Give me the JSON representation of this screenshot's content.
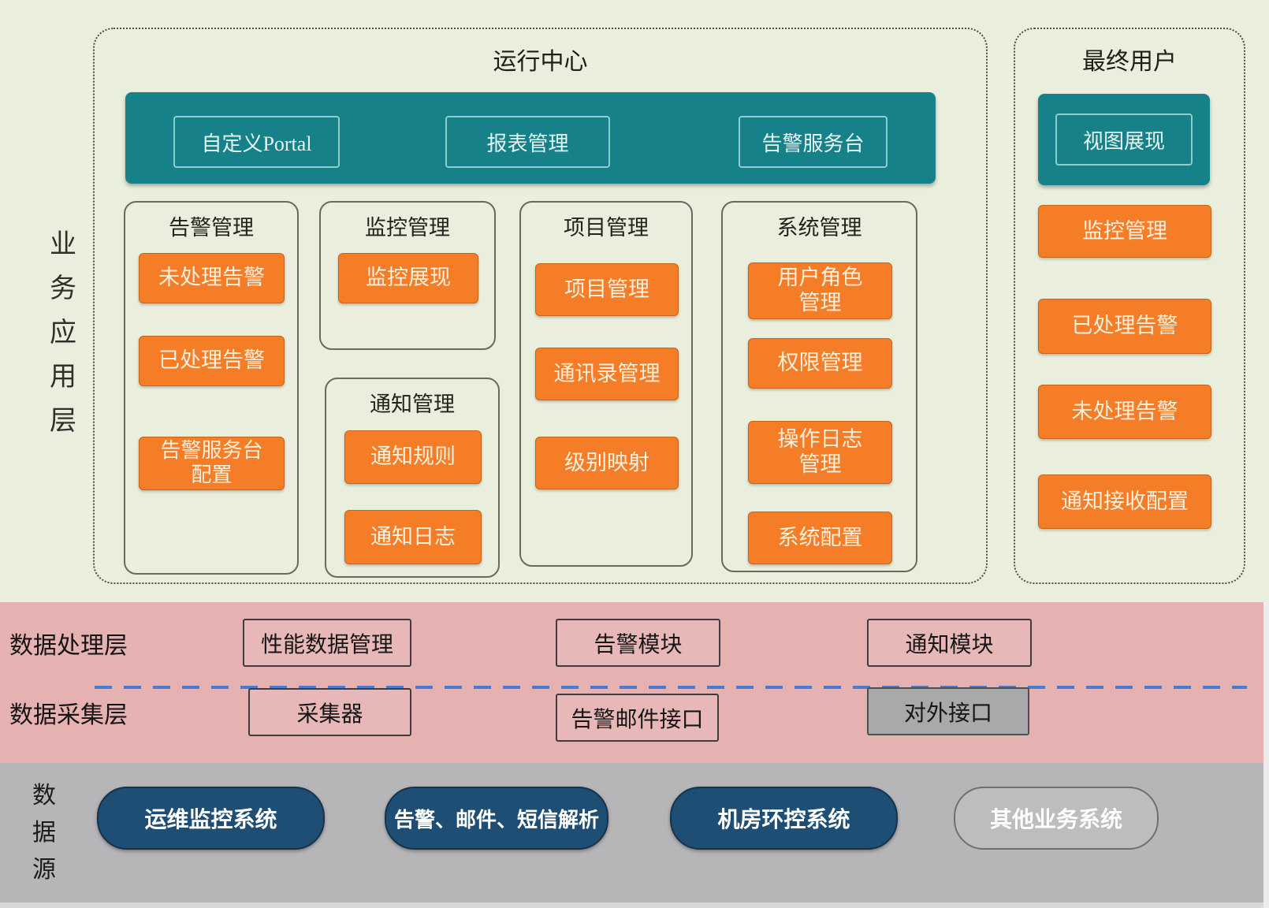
{
  "side_labels": {
    "business_layer": [
      "业",
      "务",
      "应",
      "用",
      "层"
    ],
    "data_source": [
      "数",
      "据",
      "源"
    ]
  },
  "operation_center": {
    "title": "运行中心",
    "portal_bar": [
      "自定义Portal",
      "报表管理",
      "告警服务台"
    ],
    "groups": [
      {
        "title": "告警管理",
        "items": [
          [
            "未处理告警"
          ],
          [
            "已处理告警"
          ],
          [
            "告警服务台",
            "配置"
          ]
        ]
      },
      {
        "title": "监控管理",
        "items": [
          [
            "监控展现"
          ]
        ]
      },
      {
        "title": "通知管理",
        "items": [
          [
            "通知规则"
          ],
          [
            "通知日志"
          ]
        ]
      },
      {
        "title": "项目管理",
        "items": [
          [
            "项目管理"
          ],
          [
            "通讯录管理"
          ],
          [
            "级别映射"
          ]
        ]
      },
      {
        "title": "系统管理",
        "items": [
          [
            "用户角色",
            "管理"
          ],
          [
            "权限管理"
          ],
          [
            "操作日志",
            "管理"
          ],
          [
            "系统配置"
          ]
        ]
      }
    ]
  },
  "end_user": {
    "title": "最终用户",
    "view_button": "视图展现",
    "items": [
      "监控管理",
      "已处理告警",
      "未处理告警",
      "通知接收配置"
    ]
  },
  "processing_layer": {
    "label": "数据处理层",
    "boxes": [
      "性能数据管理",
      "告警模块",
      "通知模块"
    ]
  },
  "collection_layer": {
    "label": "数据采集层",
    "boxes": [
      "采集器",
      "告警邮件接口",
      "对外接口"
    ]
  },
  "data_source_layer": {
    "pills": [
      {
        "label": "运维监控系统",
        "variant": "navy"
      },
      {
        "label": "告警、邮件、短信解析",
        "variant": "navy"
      },
      {
        "label": "机房环控系统",
        "variant": "navy"
      },
      {
        "label": "其他业务系统",
        "variant": "gray"
      }
    ]
  },
  "colors": {
    "background": "#eaeedd",
    "teal": "#17818a",
    "orange": "#f67d28",
    "pink_band": "#e5b1b1",
    "gray_band": "#b6b5b7",
    "navy_pill": "#1f4e74",
    "gray_pill": "#bdbdbd",
    "divider_blue": "#4a7ad0"
  }
}
